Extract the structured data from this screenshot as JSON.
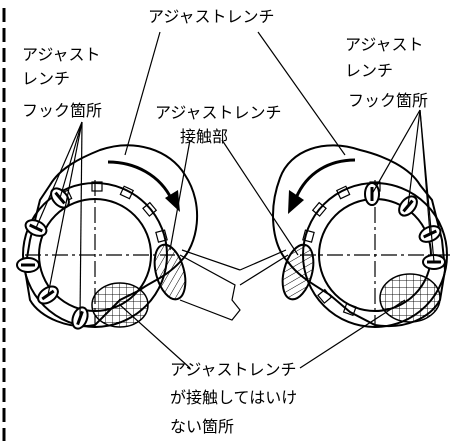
{
  "labels": {
    "top_center": "アジャストレンチ",
    "left_line1": "アジャスト",
    "left_line2": "レンチ",
    "left_line3": "フック箇所",
    "right_line1": "アジャスト",
    "right_line2": "レンチ",
    "right_line3": "フック箇所",
    "contact_line1": "アジャストレンチ",
    "contact_line2": "接触部",
    "bottom_line1": "アジャストレンチ",
    "bottom_line2": "が接触してはいけ",
    "bottom_line3": "ない箇所"
  }
}
